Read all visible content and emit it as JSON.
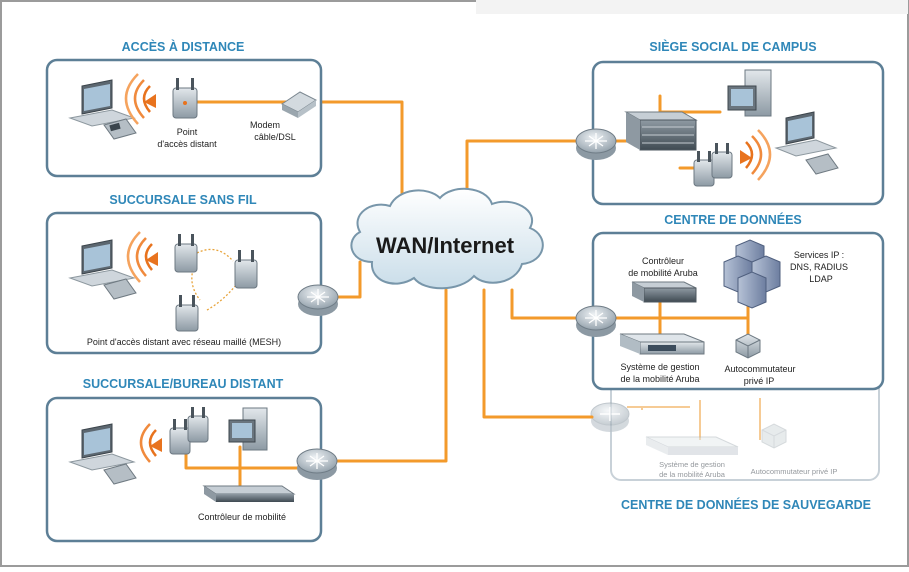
{
  "cloud_label": "WAN/Internet",
  "remote_access": {
    "title": "ACCÈS À DISTANCE",
    "ap_label_1": "Point",
    "ap_label_2": "d'accès distant",
    "modem_label_1": "Modem",
    "modem_label_2": "câble/DSL"
  },
  "campus": {
    "title": "SIÈGE SOCIAL DE CAMPUS"
  },
  "wireless_branch": {
    "title": "SUCCURSALE SANS FIL",
    "mesh_label": "Point d'accès distant avec réseau maillé (MESH)"
  },
  "datacenter": {
    "title": "CENTRE DE DONNÉES",
    "controller_label_1": "Contrôleur",
    "controller_label_2": "de mobilité Aruba",
    "ip_services_1": "Services IP :",
    "ip_services_2": "DNS, RADIUS",
    "ip_services_3": "LDAP",
    "mgmt_label_1": "Système de gestion",
    "mgmt_label_2": "de la mobilité Aruba",
    "pbx_label_1": "Autocommutateur",
    "pbx_label_2": "privé IP"
  },
  "remote_office": {
    "title": "SUCCURSALE/BUREAU DISTANT",
    "controller_label": "Contrôleur de mobilité"
  },
  "backup_datacenter": {
    "title": "CENTRE DE DONNÉES DE SAUVEGARDE",
    "mgmt_label_1": "Système de gestion",
    "mgmt_label_2": "de la mobilité Aruba",
    "pbx_label": "Autocommutateur privé IP"
  },
  "colors": {
    "frame": "#9b9b9b",
    "panel_border": "#5d7f96",
    "title_blue": "#2f87b8",
    "link_orange": "#f39a2b",
    "wave_orange": "#e8731e",
    "backup_grey": "#b9c3cb"
  }
}
